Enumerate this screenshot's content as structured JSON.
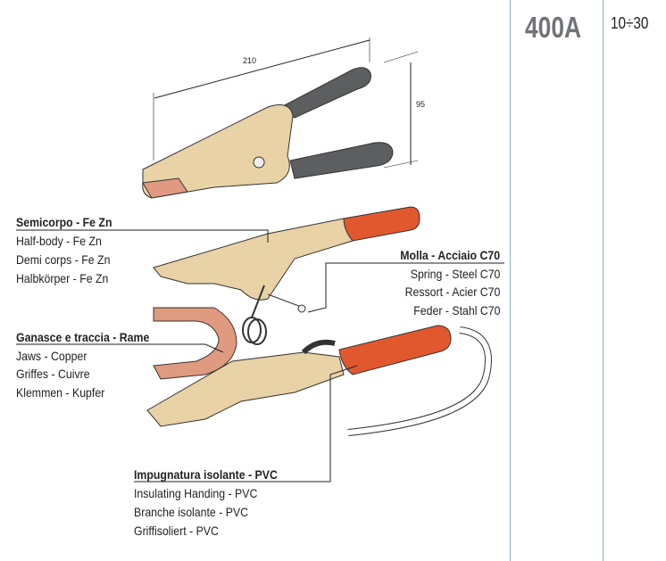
{
  "header": {
    "current": "400A",
    "section_range": "10÷30"
  },
  "dimensions": {
    "length": "210",
    "height": "95"
  },
  "parts": [
    {
      "title": "Semicorpo - Fe Zn",
      "lines": [
        "Half-body - Fe Zn",
        "Demi corps - Fe Zn",
        "Halbkörper - Fe Zn"
      ]
    },
    {
      "title": "Molla  - Acciaio C70",
      "lines": [
        "Spring - Steel C70",
        "Ressort - Acier C70",
        "Feder - Stahl C70"
      ]
    },
    {
      "title": "Ganasce e traccia - Rame",
      "lines": [
        "Jaws - Copper",
        "Griffes - Cuivre",
        "Klemmen - Kupfer"
      ]
    },
    {
      "title": "Impugnatura isolante - PVC",
      "lines": [
        "Insulating Handing - PVC",
        "Branche isolante - PVC",
        "Griffisoliert - PVC"
      ]
    }
  ],
  "colors": {
    "divider": "#8fb0bf",
    "body": "#e8d2a6",
    "handle_grey": "#5d5e60",
    "handle_red": "#e2582e",
    "copper": "#e09a80"
  }
}
